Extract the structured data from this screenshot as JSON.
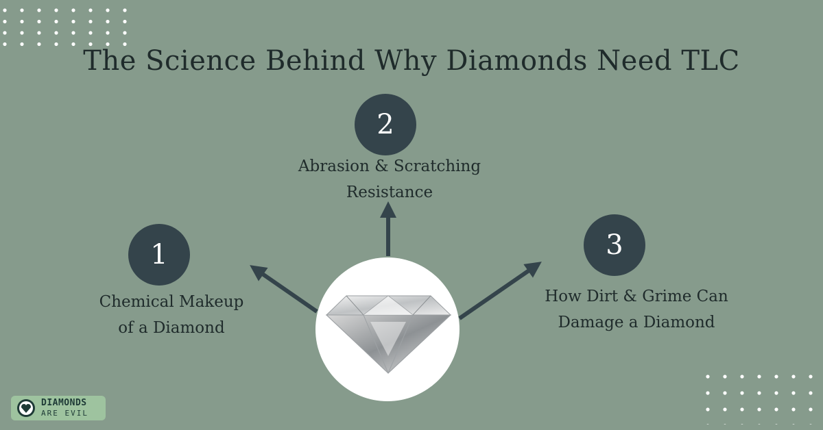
{
  "title": "The Science Behind Why Diamonds Need TLC",
  "items": [
    {
      "number": "1",
      "line1": "Chemical Makeup",
      "line2": "of a Diamond"
    },
    {
      "number": "2",
      "line1": "Abrasion & Scratching",
      "line2": "Resistance"
    },
    {
      "number": "3",
      "line1": "How Dirt & Grime Can",
      "line2": "Damage a Diamond"
    }
  ],
  "logo": {
    "line1": "DIAMONDS",
    "line2": "ARE EVIL",
    "icon": "heart-diamond-icon"
  },
  "colors": {
    "background": "#869b8c",
    "badge": "#34444b",
    "arrow": "#34444b",
    "text": "#1f2b2b",
    "center_circle": "#ffffff",
    "logo_bg": "#9ec39f"
  }
}
